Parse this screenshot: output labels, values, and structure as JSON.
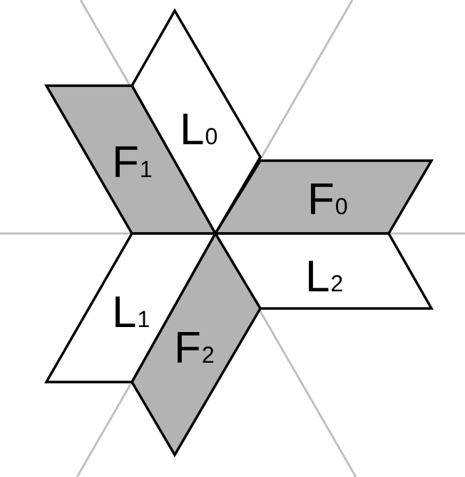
{
  "diagram": {
    "colors": {
      "background": "#ffffff",
      "guide_line": "#c0c0c0",
      "outline": "#000000",
      "shaded_fill": "#b3b3b3",
      "plain_fill": "#ffffff"
    },
    "pieces": [
      {
        "id": "F0",
        "letter": "F",
        "index": "0",
        "shaded": true
      },
      {
        "id": "F1",
        "letter": "F",
        "index": "1",
        "shaded": true
      },
      {
        "id": "F2",
        "letter": "F",
        "index": "2",
        "shaded": true
      },
      {
        "id": "L0",
        "letter": "L",
        "index": "0",
        "shaded": false
      },
      {
        "id": "L1",
        "letter": "L",
        "index": "1",
        "shaded": false
      },
      {
        "id": "L2",
        "letter": "L",
        "index": "2",
        "shaded": false
      }
    ]
  }
}
